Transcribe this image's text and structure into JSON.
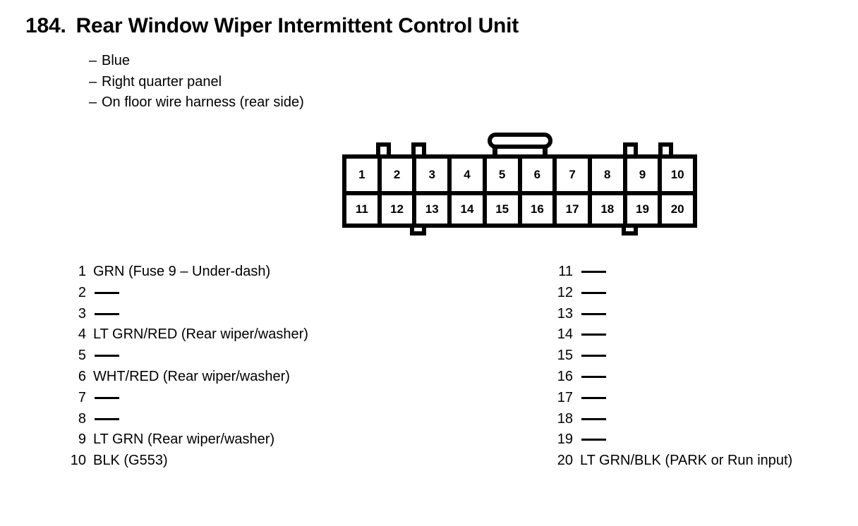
{
  "header": {
    "number": "184.",
    "title": "Rear Window Wiper Intermittent Control Unit",
    "attributes": [
      {
        "dash": "–",
        "text": "Blue"
      },
      {
        "dash": "–",
        "text": "Right quarter panel"
      },
      {
        "dash": "–",
        "text": "On floor wire harness (rear side)"
      }
    ]
  },
  "connector": {
    "name": "20-pin-connector",
    "top_row": [
      "1",
      "2",
      "3",
      "4",
      "5",
      "6",
      "7",
      "8",
      "9",
      "10"
    ],
    "bottom_row": [
      "11",
      "12",
      "13",
      "14",
      "15",
      "16",
      "17",
      "18",
      "19",
      "20"
    ],
    "latch": "center-latch",
    "top_tabs": 4,
    "bottom_tabs": 2,
    "line_color": "#000000",
    "fill_color": "#ffffff"
  },
  "pin_legend": {
    "left_column": [
      {
        "pin": "1",
        "desc": "GRN (Fuse 9 – Under-dash)"
      },
      {
        "pin": "2",
        "desc": ""
      },
      {
        "pin": "3",
        "desc": ""
      },
      {
        "pin": "4",
        "desc": "LT GRN/RED (Rear wiper/washer)"
      },
      {
        "pin": "5",
        "desc": ""
      },
      {
        "pin": "6",
        "desc": "WHT/RED (Rear wiper/washer)"
      },
      {
        "pin": "7",
        "desc": ""
      },
      {
        "pin": "8",
        "desc": ""
      },
      {
        "pin": "9",
        "desc": "LT GRN (Rear wiper/washer)"
      },
      {
        "pin": "10",
        "desc": "BLK (G553)"
      }
    ],
    "right_column": [
      {
        "pin": "11",
        "desc": ""
      },
      {
        "pin": "12",
        "desc": ""
      },
      {
        "pin": "13",
        "desc": ""
      },
      {
        "pin": "14",
        "desc": ""
      },
      {
        "pin": "15",
        "desc": ""
      },
      {
        "pin": "16",
        "desc": ""
      },
      {
        "pin": "17",
        "desc": ""
      },
      {
        "pin": "18",
        "desc": ""
      },
      {
        "pin": "19",
        "desc": ""
      },
      {
        "pin": "20",
        "desc": "LT GRN/BLK (PARK or Run input)"
      }
    ]
  }
}
